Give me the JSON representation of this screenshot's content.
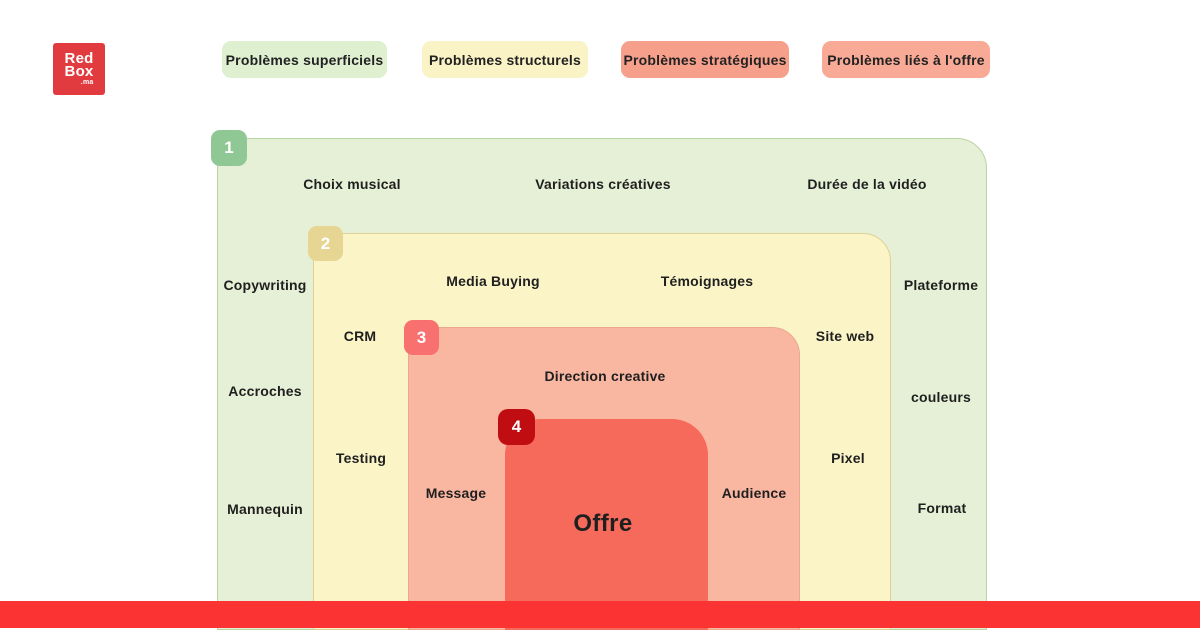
{
  "logo": {
    "line1": "Red",
    "line2": "Box",
    "suffix": ".ma"
  },
  "legend": {
    "items": [
      {
        "label": "Problèmes superficiels",
        "bg": "#def0d0"
      },
      {
        "label": "Problèmes structurels",
        "bg": "#faf3c6"
      },
      {
        "label": "Problèmes stratégiques",
        "bg": "#f6a08c"
      },
      {
        "label": "Problèmes liés à l'offre",
        "bg": "#f8aa97"
      }
    ]
  },
  "diagram": {
    "layers": [
      {
        "badge": "1",
        "fill": "#e5f0d6",
        "border": "#b9d4a3",
        "badge_bg": "#8fc795",
        "labels": [
          "Choix musical",
          "Variations créatives",
          "Durée de la vidéo",
          "Copywriting",
          "Plateforme",
          "Accroches",
          "couleurs",
          "Mannequin",
          "Format"
        ]
      },
      {
        "badge": "2",
        "fill": "#fbf4c7",
        "border": "#decf97",
        "badge_bg": "#e6d593",
        "labels": [
          "Media Buying",
          "Témoignages",
          "CRM",
          "Site web",
          "Testing",
          "Pixel"
        ]
      },
      {
        "badge": "3",
        "fill": "#f9b6a0",
        "border": "#eaa98f",
        "badge_bg": "#f87070",
        "labels": [
          "Direction creative",
          "Message",
          "Audience"
        ]
      },
      {
        "badge": "4",
        "fill": "#f66a5c",
        "border": "#f66a5c",
        "badge_bg": "#c00d12",
        "labels": [
          "Offre"
        ]
      }
    ]
  },
  "colors": {
    "bottom_bar": "#fb3333",
    "logo_red": "#e23b3f",
    "text": "#1f1f1f"
  }
}
